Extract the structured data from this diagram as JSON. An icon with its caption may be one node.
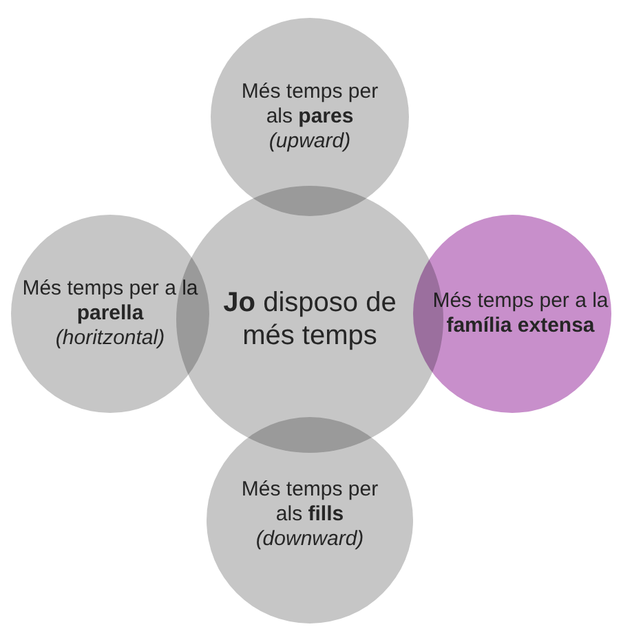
{
  "diagram": {
    "nodes": [
      {
        "text": [
          "**Jo** disposo de més temps"
        ]
      },
      {
        "text": [
          "Més temps per als **pares**",
          "(upward)"
        ]
      },
      {
        "text": [
          "Més temps per a la **parella**",
          "(horitzontal)"
        ]
      },
      {
        "text": [
          "Més temps per a la **família extensa**"
        ]
      },
      {
        "text": [
          "Més temps per als **fills**",
          "(downward)"
        ]
      }
    ]
  }
}
